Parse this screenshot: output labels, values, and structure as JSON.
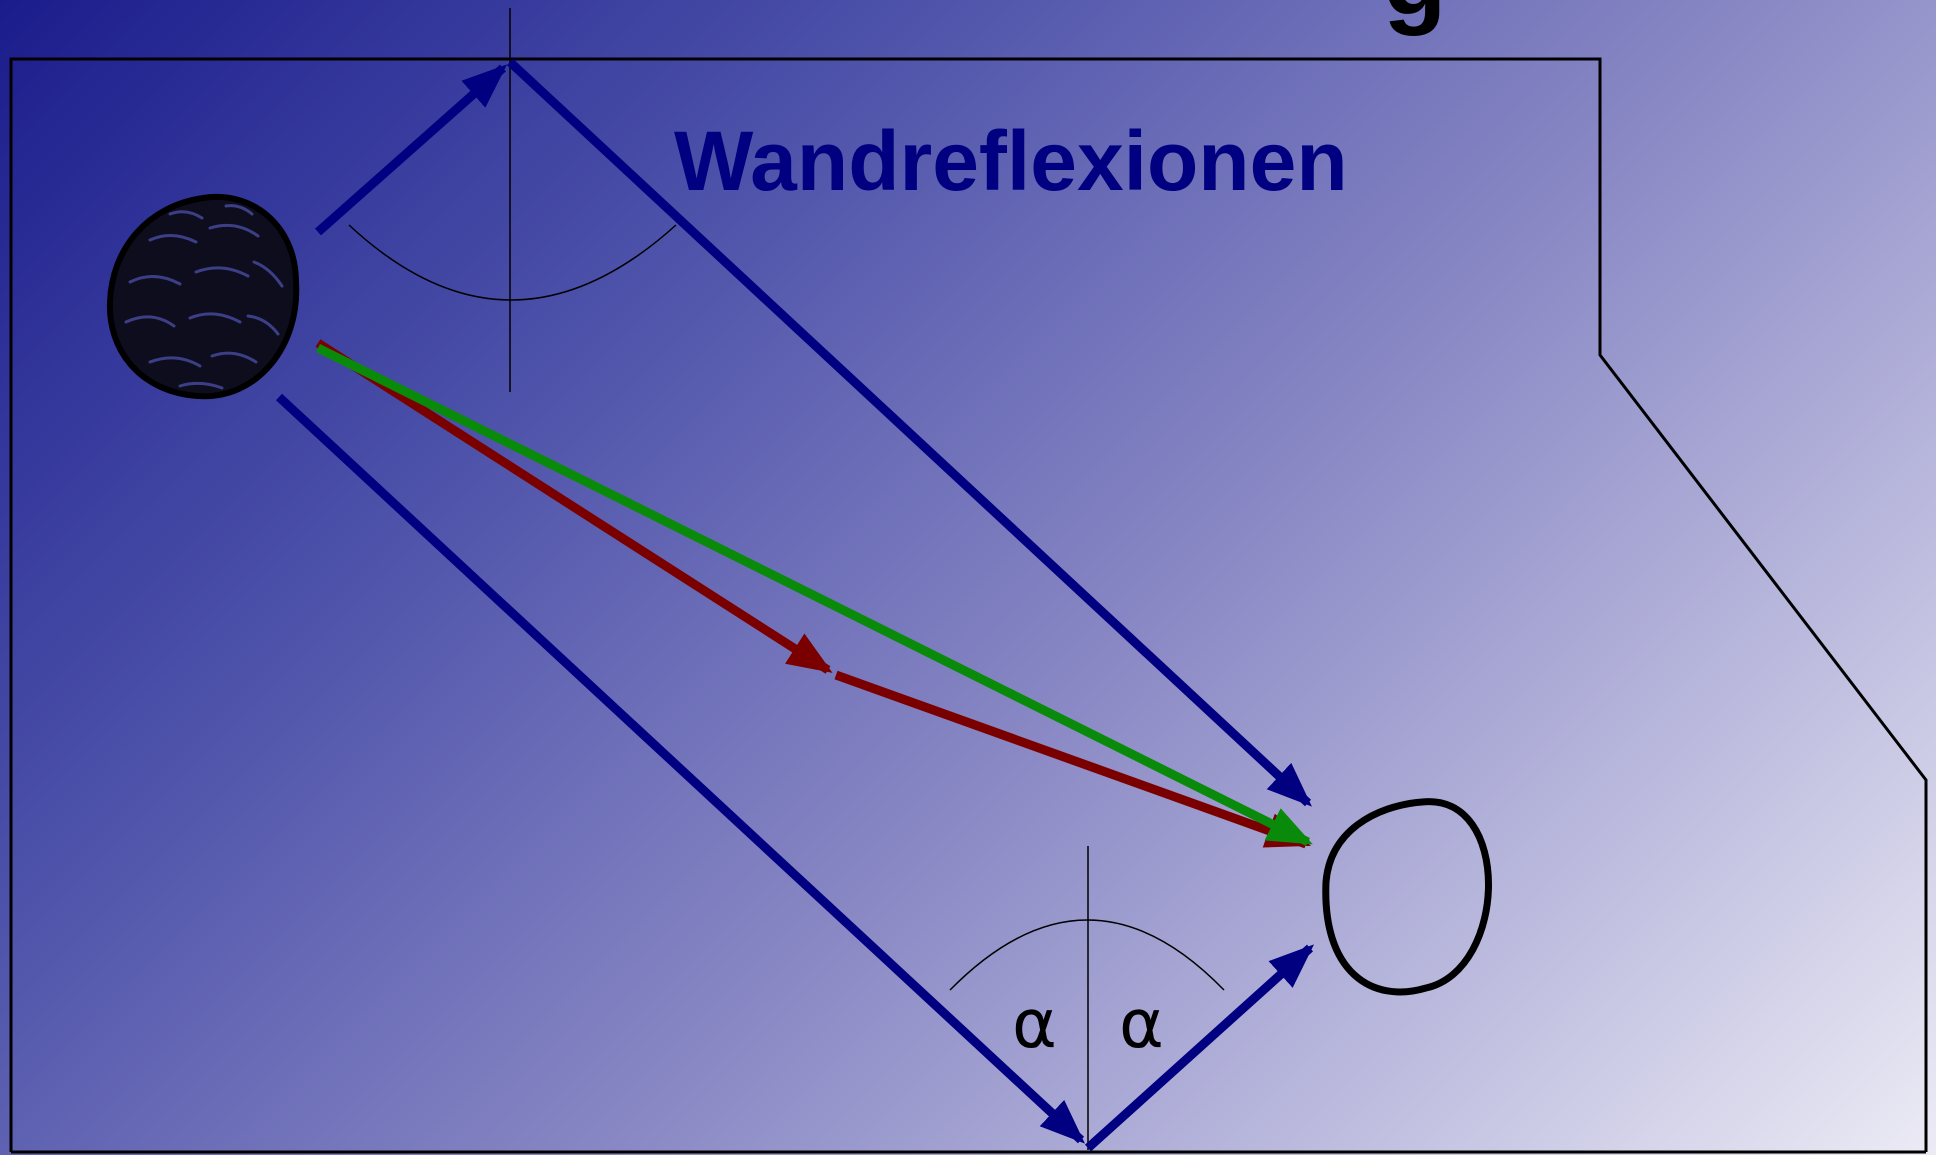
{
  "heading_fragment": "g",
  "title": "Wandreflexionen",
  "angle_labels": [
    "α",
    "α"
  ],
  "colors": {
    "reflection_rays": "#000080",
    "direct_path": "#0a8a0a",
    "diffracted_path": "#7a0000",
    "walls": "#000000",
    "title": "#000080"
  },
  "elements": {
    "source": "sound-source-scribble",
    "receiver": "receiver-circle"
  }
}
